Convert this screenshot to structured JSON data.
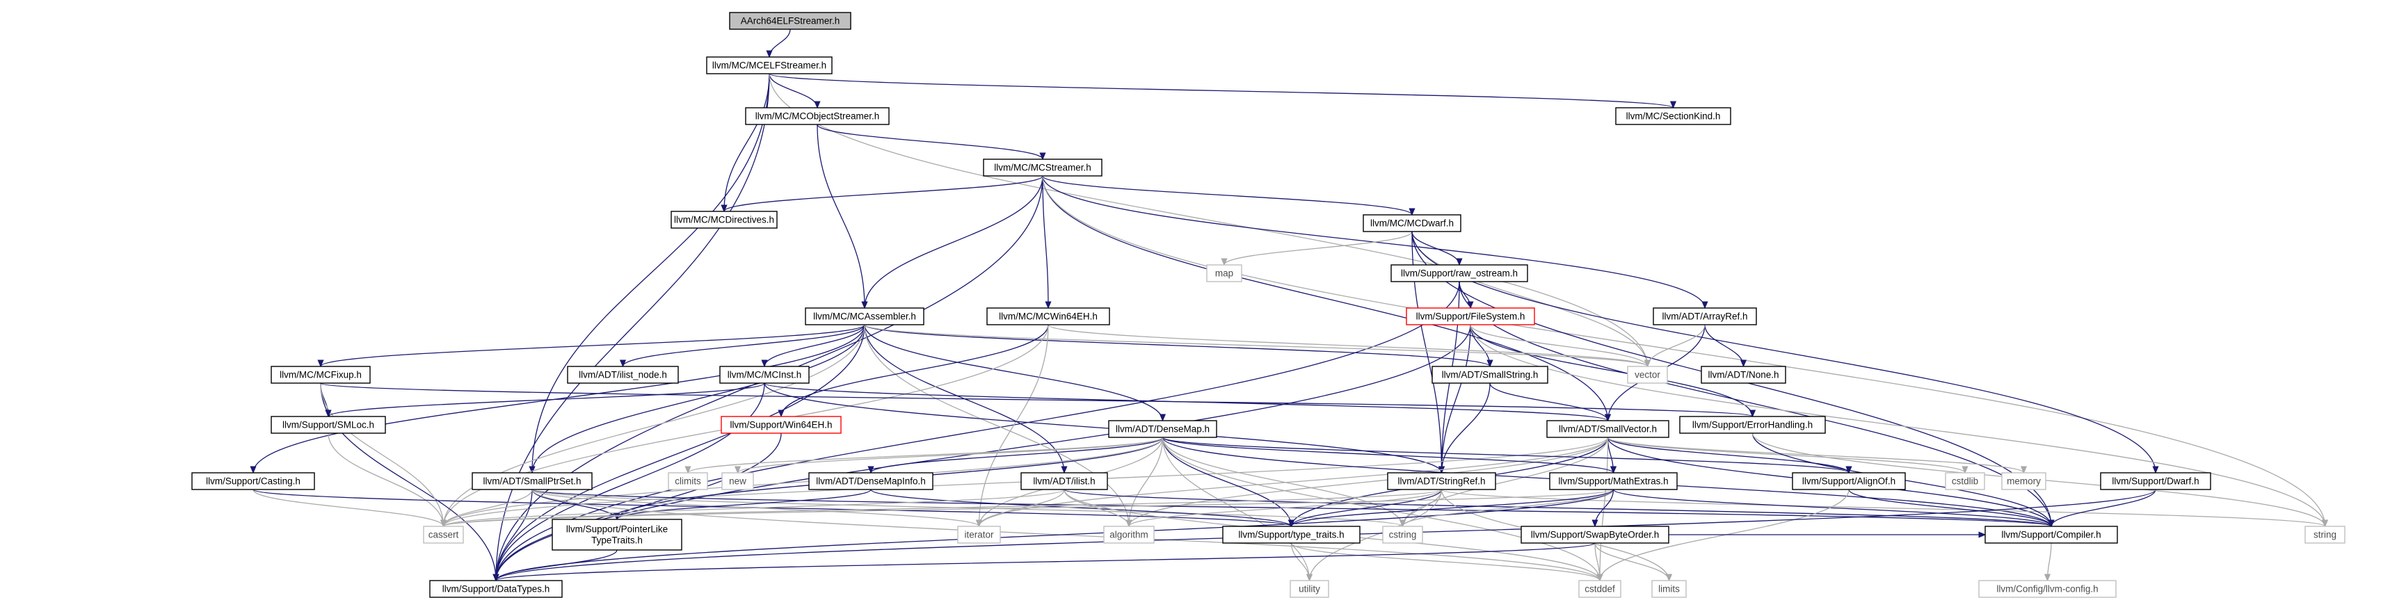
{
  "colors": {
    "edge": "#191970",
    "edge_light": "#a9a9a9",
    "root_fill": "#bfbfbf",
    "red_border": "#ff0000",
    "node_border": "#000000"
  },
  "nodes": [
    {
      "id": "root",
      "label": "AArch64ELFStreamer.h",
      "style": "root"
    },
    {
      "id": "mcelf",
      "label": "llvm/MC/MCELFStreamer.h",
      "style": "normal"
    },
    {
      "id": "mcobj",
      "label": "llvm/MC/MCObjectStreamer.h",
      "style": "normal"
    },
    {
      "id": "seckind",
      "label": "llvm/MC/SectionKind.h",
      "style": "normal"
    },
    {
      "id": "mcstreamer",
      "label": "llvm/MC/MCStreamer.h",
      "style": "normal"
    },
    {
      "id": "mcdirectives",
      "label": "llvm/MC/MCDirectives.h",
      "style": "normal"
    },
    {
      "id": "mcdwarf",
      "label": "llvm/MC/MCDwarf.h",
      "style": "normal"
    },
    {
      "id": "map",
      "label": "map",
      "style": "light"
    },
    {
      "id": "rawos",
      "label": "llvm/Support/raw_ostream.h",
      "style": "normal"
    },
    {
      "id": "filesystem",
      "label": "llvm/Support/FileSystem.h",
      "style": "red"
    },
    {
      "id": "arrayref",
      "label": "llvm/ADT/ArrayRef.h",
      "style": "normal"
    },
    {
      "id": "mcassembler",
      "label": "llvm/MC/MCAssembler.h",
      "style": "normal"
    },
    {
      "id": "mcwin64eh",
      "label": "llvm/MC/MCWin64EH.h",
      "style": "normal"
    },
    {
      "id": "vector",
      "label": "vector",
      "style": "light"
    },
    {
      "id": "none",
      "label": "llvm/ADT/None.h",
      "style": "normal"
    },
    {
      "id": "mcfixup",
      "label": "llvm/MC/MCFixup.h",
      "style": "normal"
    },
    {
      "id": "ilistnode",
      "label": "llvm/ADT/ilist_node.h",
      "style": "normal"
    },
    {
      "id": "mcinst",
      "label": "llvm/MC/MCInst.h",
      "style": "normal"
    },
    {
      "id": "smallstring",
      "label": "llvm/ADT/SmallString.h",
      "style": "normal"
    },
    {
      "id": "smloc",
      "label": "llvm/Support/SMLoc.h",
      "style": "normal"
    },
    {
      "id": "win64eh",
      "label": "llvm/Support/Win64EH.h",
      "style": "red"
    },
    {
      "id": "smallvector",
      "label": "llvm/ADT/SmallVector.h",
      "style": "normal"
    },
    {
      "id": "errorhandling",
      "label": "llvm/Support/ErrorHandling.h",
      "style": "normal"
    },
    {
      "id": "densemap",
      "label": "llvm/ADT/DenseMap.h",
      "style": "normal"
    },
    {
      "id": "casting",
      "label": "llvm/Support/Casting.h",
      "style": "normal"
    },
    {
      "id": "smallptrset",
      "label": "llvm/ADT/SmallPtrSet.h",
      "style": "normal"
    },
    {
      "id": "climits",
      "label": "climits",
      "style": "light"
    },
    {
      "id": "new",
      "label": "new",
      "style": "light"
    },
    {
      "id": "densemapinfo",
      "label": "llvm/ADT/DenseMapInfo.h",
      "style": "normal"
    },
    {
      "id": "ilist",
      "label": "llvm/ADT/ilist.h",
      "style": "normal"
    },
    {
      "id": "stringref",
      "label": "llvm/ADT/StringRef.h",
      "style": "normal"
    },
    {
      "id": "mathextras",
      "label": "llvm/Support/MathExtras.h",
      "style": "normal"
    },
    {
      "id": "alignof",
      "label": "llvm/Support/AlignOf.h",
      "style": "normal"
    },
    {
      "id": "cstdlib",
      "label": "cstdlib",
      "style": "light"
    },
    {
      "id": "memory",
      "label": "memory",
      "style": "light"
    },
    {
      "id": "dwarf",
      "label": "llvm/Support/Dwarf.h",
      "style": "normal"
    },
    {
      "id": "cassert",
      "label": "cassert",
      "style": "light"
    },
    {
      "id": "ptrlike",
      "label": "llvm/Support/PointerLike\nTypeTraits.h",
      "style": "normal"
    },
    {
      "id": "iterator",
      "label": "iterator",
      "style": "light"
    },
    {
      "id": "algorithm",
      "label": "algorithm",
      "style": "light"
    },
    {
      "id": "typetraits",
      "label": "llvm/Support/type_traits.h",
      "style": "normal"
    },
    {
      "id": "cstring",
      "label": "cstring",
      "style": "light"
    },
    {
      "id": "swapbyte",
      "label": "llvm/Support/SwapByteOrder.h",
      "style": "normal"
    },
    {
      "id": "compiler",
      "label": "llvm/Support/Compiler.h",
      "style": "normal"
    },
    {
      "id": "string",
      "label": "string",
      "style": "light"
    },
    {
      "id": "datatypes",
      "label": "llvm/Support/DataTypes.h",
      "style": "normal"
    },
    {
      "id": "utility",
      "label": "utility",
      "style": "light"
    },
    {
      "id": "cstddef",
      "label": "cstddef",
      "style": "light"
    },
    {
      "id": "limits",
      "label": "limits",
      "style": "light"
    },
    {
      "id": "llvmconfig",
      "label": "llvm/Config/llvm-config.h",
      "style": "light"
    }
  ],
  "edges": [
    [
      "root",
      "mcelf"
    ],
    [
      "mcelf",
      "mcobj"
    ],
    [
      "mcelf",
      "seckind"
    ],
    [
      "mcelf",
      "mcdirectives"
    ],
    [
      "mcelf",
      "datatypes"
    ],
    [
      "mcelf",
      "smallptrset"
    ],
    [
      "mcelf",
      "vector"
    ],
    [
      "mcobj",
      "mcstreamer"
    ],
    [
      "mcobj",
      "mcassembler"
    ],
    [
      "mcstreamer",
      "mcdirectives"
    ],
    [
      "mcstreamer",
      "mcdwarf"
    ],
    [
      "mcstreamer",
      "mcassembler"
    ],
    [
      "mcstreamer",
      "mcwin64eh"
    ],
    [
      "mcstreamer",
      "arrayref"
    ],
    [
      "mcstreamer",
      "smallvector"
    ],
    [
      "mcstreamer",
      "datatypes"
    ],
    [
      "mcstreamer",
      "string"
    ],
    [
      "mcdwarf",
      "map"
    ],
    [
      "mcdwarf",
      "rawos"
    ],
    [
      "mcdwarf",
      "stringref"
    ],
    [
      "mcdwarf",
      "vector"
    ],
    [
      "mcdwarf",
      "dwarf"
    ],
    [
      "mcdwarf",
      "compiler"
    ],
    [
      "rawos",
      "filesystem"
    ],
    [
      "rawos",
      "stringref"
    ],
    [
      "rawos",
      "datatypes"
    ],
    [
      "rawos",
      "compiler"
    ],
    [
      "filesystem",
      "smallstring"
    ],
    [
      "filesystem",
      "errorhandling"
    ],
    [
      "filesystem",
      "twine"
    ],
    [
      "filesystem",
      "stringref"
    ],
    [
      "filesystem",
      "datatypes"
    ],
    [
      "filesystem",
      "vector"
    ],
    [
      "filesystem",
      "string"
    ],
    [
      "arrayref",
      "none"
    ],
    [
      "arrayref",
      "smallvector"
    ],
    [
      "arrayref",
      "vector"
    ],
    [
      "mcassembler",
      "mcfixup"
    ],
    [
      "mcassembler",
      "ilistnode"
    ],
    [
      "mcassembler",
      "mcinst"
    ],
    [
      "mcassembler",
      "smallstring"
    ],
    [
      "mcassembler",
      "densemap"
    ],
    [
      "mcassembler",
      "ilist"
    ],
    [
      "mcassembler",
      "casting"
    ],
    [
      "mcassembler",
      "smallptrset"
    ],
    [
      "mcassembler",
      "datatypes"
    ],
    [
      "mcassembler",
      "vector"
    ],
    [
      "mcassembler",
      "algorithm"
    ],
    [
      "mcassembler",
      "cassert"
    ],
    [
      "mcwin64eh",
      "win64eh"
    ],
    [
      "mcwin64eh",
      "vector"
    ],
    [
      "mcwin64eh",
      "cassert"
    ],
    [
      "mcwin64eh",
      "iterator"
    ],
    [
      "mcfixup",
      "smloc"
    ],
    [
      "mcfixup",
      "datatypes"
    ],
    [
      "mcfixup",
      "cassert"
    ],
    [
      "mcfixup",
      "errorhandling"
    ],
    [
      "mcinst",
      "smloc"
    ],
    [
      "mcinst",
      "smallvector"
    ],
    [
      "mcinst",
      "stringref"
    ],
    [
      "mcinst",
      "datatypes"
    ],
    [
      "smallstring",
      "smallvector"
    ],
    [
      "smallstring",
      "stringref"
    ],
    [
      "win64eh",
      "datatypes"
    ],
    [
      "smloc",
      "cassert"
    ],
    [
      "smallvector",
      "alignof"
    ],
    [
      "smallvector",
      "mathextras"
    ],
    [
      "smallvector",
      "typetraits"
    ],
    [
      "smallvector",
      "compiler"
    ],
    [
      "smallvector",
      "algorithm"
    ],
    [
      "smallvector",
      "cassert"
    ],
    [
      "smallvector",
      "cstddef"
    ],
    [
      "smallvector",
      "cstdlib"
    ],
    [
      "smallvector",
      "cstring"
    ],
    [
      "smallvector",
      "iterator"
    ],
    [
      "smallvector",
      "memory"
    ],
    [
      "densemap",
      "densemapinfo"
    ],
    [
      "densemap",
      "mathextras"
    ],
    [
      "densemap",
      "typetraits"
    ],
    [
      "densemap",
      "alignof"
    ],
    [
      "densemap",
      "compiler"
    ],
    [
      "densemap",
      "ptrlike"
    ],
    [
      "densemap",
      "algorithm"
    ],
    [
      "densemap",
      "cassert"
    ],
    [
      "densemap",
      "climits"
    ],
    [
      "densemap",
      "cstddef"
    ],
    [
      "densemap",
      "cstring"
    ],
    [
      "densemap",
      "iterator"
    ],
    [
      "densemap",
      "new"
    ],
    [
      "densemap",
      "utility"
    ],
    [
      "casting",
      "typetraits"
    ],
    [
      "casting",
      "cassert"
    ],
    [
      "smallptrset",
      "ptrlike"
    ],
    [
      "smallptrset",
      "compiler"
    ],
    [
      "smallptrset",
      "datatypes"
    ],
    [
      "smallptrset",
      "cassert"
    ],
    [
      "smallptrset",
      "cstddef"
    ],
    [
      "smallptrset",
      "cstring"
    ],
    [
      "smallptrset",
      "iterator"
    ],
    [
      "densemapinfo",
      "ptrlike"
    ],
    [
      "densemapinfo",
      "typetraits"
    ],
    [
      "ilist",
      "compiler"
    ],
    [
      "ilist",
      "algorithm"
    ],
    [
      "ilist",
      "cassert"
    ],
    [
      "ilist",
      "cstddef"
    ],
    [
      "ilist",
      "iterator"
    ],
    [
      "stringref",
      "typetraits"
    ],
    [
      "stringref",
      "algorithm"
    ],
    [
      "stringref",
      "cassert"
    ],
    [
      "stringref",
      "cstring"
    ],
    [
      "stringref",
      "limits"
    ],
    [
      "stringref",
      "string"
    ],
    [
      "stringref",
      "utility"
    ],
    [
      "mathextras",
      "swapbyte"
    ],
    [
      "mathextras",
      "compiler"
    ],
    [
      "mathextras",
      "datatypes"
    ],
    [
      "mathextras",
      "cassert"
    ],
    [
      "mathextras",
      "cstring"
    ],
    [
      "mathextras",
      "typetraits"
    ],
    [
      "alignof",
      "compiler"
    ],
    [
      "alignof",
      "cstddef"
    ],
    [
      "dwarf",
      "compiler"
    ],
    [
      "dwarf",
      "datatypes"
    ],
    [
      "ptrlike",
      "datatypes"
    ],
    [
      "typetraits",
      "cstddef"
    ],
    [
      "typetraits",
      "utility"
    ],
    [
      "swapbyte",
      "compiler"
    ],
    [
      "swapbyte",
      "datatypes"
    ],
    [
      "swapbyte",
      "cstddef"
    ],
    [
      "swapbyte",
      "limits"
    ],
    [
      "compiler",
      "llvmconfig"
    ],
    [
      "errorhandling",
      "compiler"
    ],
    [
      "errorhandling",
      "string"
    ]
  ]
}
